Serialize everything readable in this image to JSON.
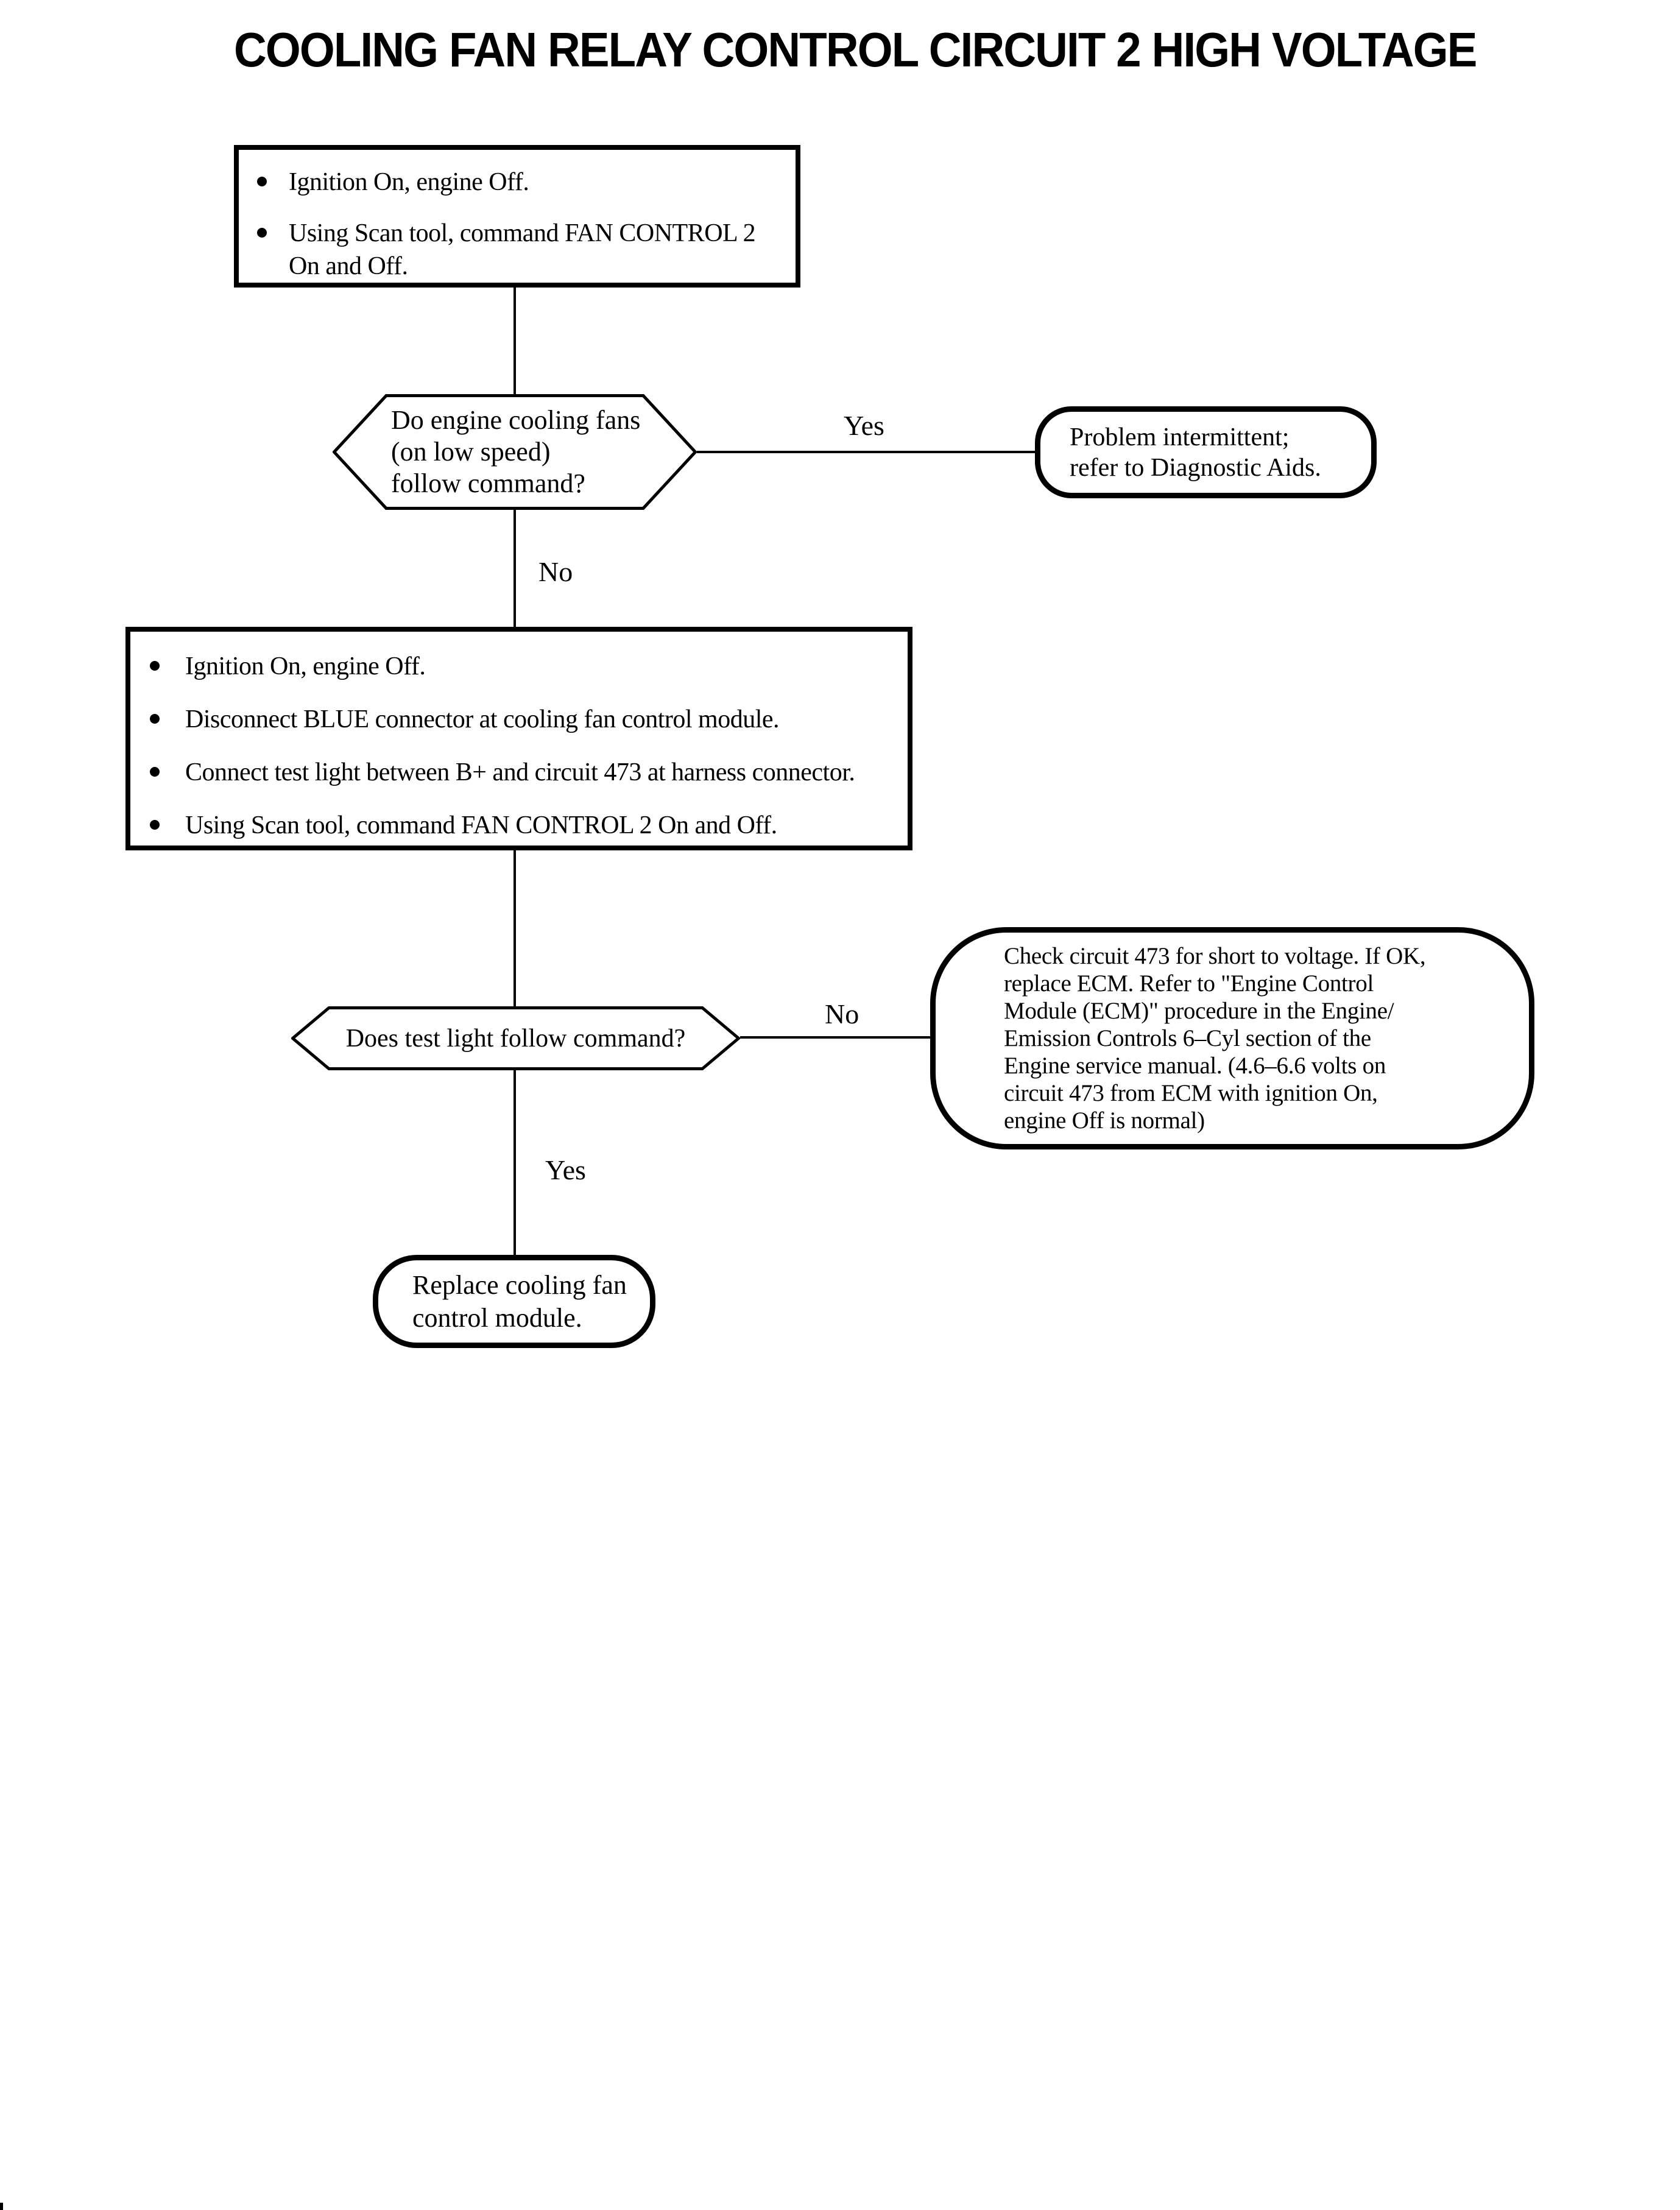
{
  "page": {
    "title": "COOLING FAN RELAY CONTROL CIRCUIT 2 HIGH VOLTAGE",
    "background_color": "#ffffff",
    "ink_color": "#000000"
  },
  "flowchart": {
    "start_box": {
      "bullets": [
        "Ignition On, engine Off.",
        "Using Scan tool, command FAN CONTROL 2\nOn and Off."
      ]
    },
    "decision_fans": {
      "question": "Do engine cooling fans\n(on low speed)\nfollow command?"
    },
    "result_intermittent": {
      "text": "Problem intermittent;\nrefer to Diagnostic Aids."
    },
    "test_setup_box": {
      "bullets": [
        "Ignition On, engine Off.",
        "Disconnect BLUE connector at cooling fan control module.",
        "Connect test light between B+ and circuit 473 at harness connector.",
        "Using Scan tool, command FAN CONTROL 2 On and Off."
      ]
    },
    "decision_test_light": {
      "question": "Does test light follow command?"
    },
    "result_check_circuit": {
      "text": "Check circuit 473 for short to voltage. If OK,\nreplace ECM. Refer to \"Engine Control\nModule (ECM)\" procedure in the Engine/\nEmission Controls 6–Cyl section of the\nEngine service manual. (4.6–6.6 volts on\ncircuit 473 from ECM with ignition On,\nengine Off is normal)"
    },
    "result_replace_module": {
      "text": "Replace cooling fan\ncontrol module."
    },
    "edges": {
      "yes_1": "Yes",
      "no_1": "No",
      "no_2": "No",
      "yes_2": "Yes"
    }
  }
}
